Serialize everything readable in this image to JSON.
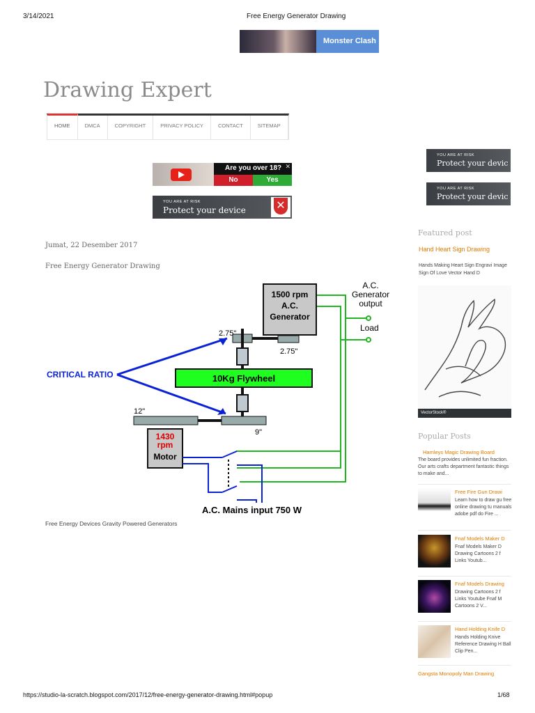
{
  "print_header": {
    "date": "3/14/2021",
    "title": "Free Energy Generator Drawing"
  },
  "top_ad": {
    "label": "Monster Clash"
  },
  "site": {
    "title": "Drawing Expert"
  },
  "nav": [
    "HOME",
    "DMCA",
    "COPYRIGHT",
    "PRIVACY POLICY",
    "CONTACT",
    "SITEMAP"
  ],
  "ad_age": {
    "question": "Are you over 18?",
    "no": "No",
    "yes": "Yes",
    "close": "✕"
  },
  "ad_protect": {
    "small": "YOU ARE AT RISK",
    "big": "Protect your device"
  },
  "post": {
    "date": "Jumat, 22 Desember 2017",
    "title": "Free Energy Generator Drawing",
    "caption": "Free Energy Devices Gravity Powered Generators"
  },
  "diagram": {
    "generator": [
      "1500 rpm",
      "A.C.",
      "Generator"
    ],
    "output": [
      "A.C.",
      "Generator",
      "output"
    ],
    "load": "Load",
    "pulley_top_left": "2.75\"",
    "pulley_top_right": "2.75\"",
    "critical_ratio": "CRITICAL RATIO",
    "flywheel": "10Kg Flywheel",
    "pulley_big": "12\"",
    "pulley_small": "9\"",
    "motor_rpm": [
      "1430",
      "rpm"
    ],
    "motor_label": "Motor",
    "mains": "A.C.  Mains input  750 W",
    "colors": {
      "blue": "#0a22d6",
      "green": "#22b522",
      "flywheel": "#1fff1f",
      "red": "#e00000"
    }
  },
  "sidebar": {
    "ad_small": "YOU ARE AT RISK",
    "ad_big": "Protect your devic",
    "featured_heading": "Featured post",
    "featured_link": "Hand Heart Sign Drawing",
    "featured_text": "Hands Making Heart Sign Engravi Image Sign Of Love Vector Hand D",
    "vectorstock": "VectorStock®",
    "popular_heading": "Popular Posts",
    "popular_first": {
      "title": "Hamleys Magic Drawing Board",
      "text": "The board provides unlimited fun fraction. Our arts crafts department fantastic things to make and..."
    },
    "popular": [
      {
        "title": "Free Fire Gun Drawi",
        "text": "Learn how to draw gu free online drawing tu manuals adobe pdf do Fire ..."
      },
      {
        "title": "Fnaf Models Maker D",
        "text": "Fnaf Models Maker D Drawing Cartoons 2 f Links Youtub..."
      },
      {
        "title": "Fnaf Models Drawing",
        "text": "Drawing Cartoons 2 f Links Youtube Fnaf M Cartoons 2 V..."
      },
      {
        "title": "Hand Holding Knife D",
        "text": "Hands Holding Knive Reference Drawing H Ball Clip Pen..."
      }
    ],
    "last_link": "Gangsta Monopoly Man Drawing"
  },
  "print_footer": {
    "url": "https://studio-la-scratch.blogspot.com/2017/12/free-energy-generator-drawing.html#popup",
    "page": "1/68"
  }
}
